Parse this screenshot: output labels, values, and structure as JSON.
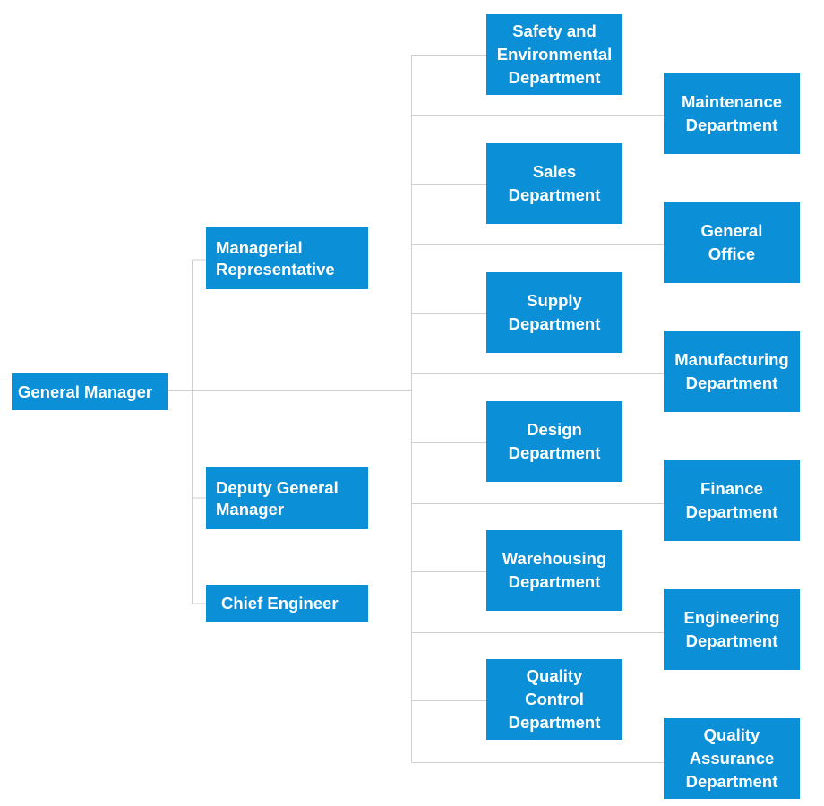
{
  "diagram": {
    "type": "org-chart",
    "colors": {
      "box": "#0b8fd6",
      "text": "#ffffff",
      "connector": "#cfcfcf"
    },
    "root": {
      "id": "general-manager",
      "label": "General Manager"
    },
    "level1": [
      {
        "id": "managerial-representative",
        "label": "Managerial\nRepresentative"
      },
      {
        "id": "deputy-general-manager",
        "label": "Deputy General\nManager"
      },
      {
        "id": "chief-engineer",
        "label": "Chief Engineer"
      }
    ],
    "departments": [
      {
        "id": "safety-environmental",
        "label": "Safety and\nEnvironmental\nDepartment"
      },
      {
        "id": "maintenance",
        "label": "Maintenance\nDepartment"
      },
      {
        "id": "sales",
        "label": "Sales\nDepartment"
      },
      {
        "id": "general-office",
        "label": "General\nOffice"
      },
      {
        "id": "supply",
        "label": "Supply\nDepartment"
      },
      {
        "id": "manufacturing",
        "label": "Manufacturing\nDepartment"
      },
      {
        "id": "design",
        "label": "Design\nDepartment"
      },
      {
        "id": "finance",
        "label": "Finance\nDepartment"
      },
      {
        "id": "warehousing",
        "label": "Warehousing\nDepartment"
      },
      {
        "id": "engineering",
        "label": "Engineering\nDepartment"
      },
      {
        "id": "quality-control",
        "label": "Quality\nControl\nDepartment"
      },
      {
        "id": "quality-assurance",
        "label": "Quality\nAssurance\nDepartment"
      }
    ]
  }
}
